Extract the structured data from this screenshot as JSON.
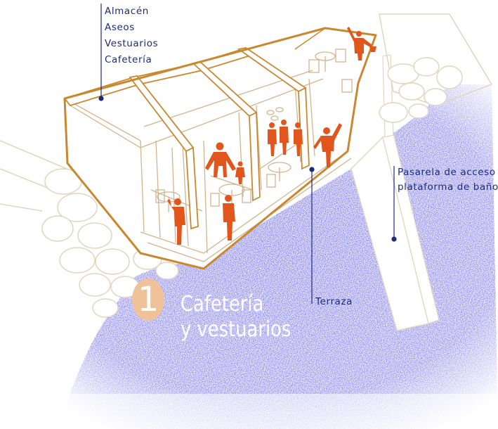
{
  "labels": {
    "rooms": [
      "Almacén",
      "Aseos",
      "Vestuarios",
      "Cafetería"
    ],
    "walkway": [
      "Pasarela de acceso a",
      "plataforma de baño"
    ],
    "terrace": "Terraza"
  },
  "title": {
    "number": "1",
    "line1": "Cafetería",
    "line2": "y vestuarios"
  },
  "colors": {
    "water": "#4a45e0",
    "building_outline": "#c9882f",
    "people": "#e0561c",
    "rock_outline": "#e2d5bf",
    "label_text": "#1f2a7a",
    "badge": "#f0c29a"
  }
}
